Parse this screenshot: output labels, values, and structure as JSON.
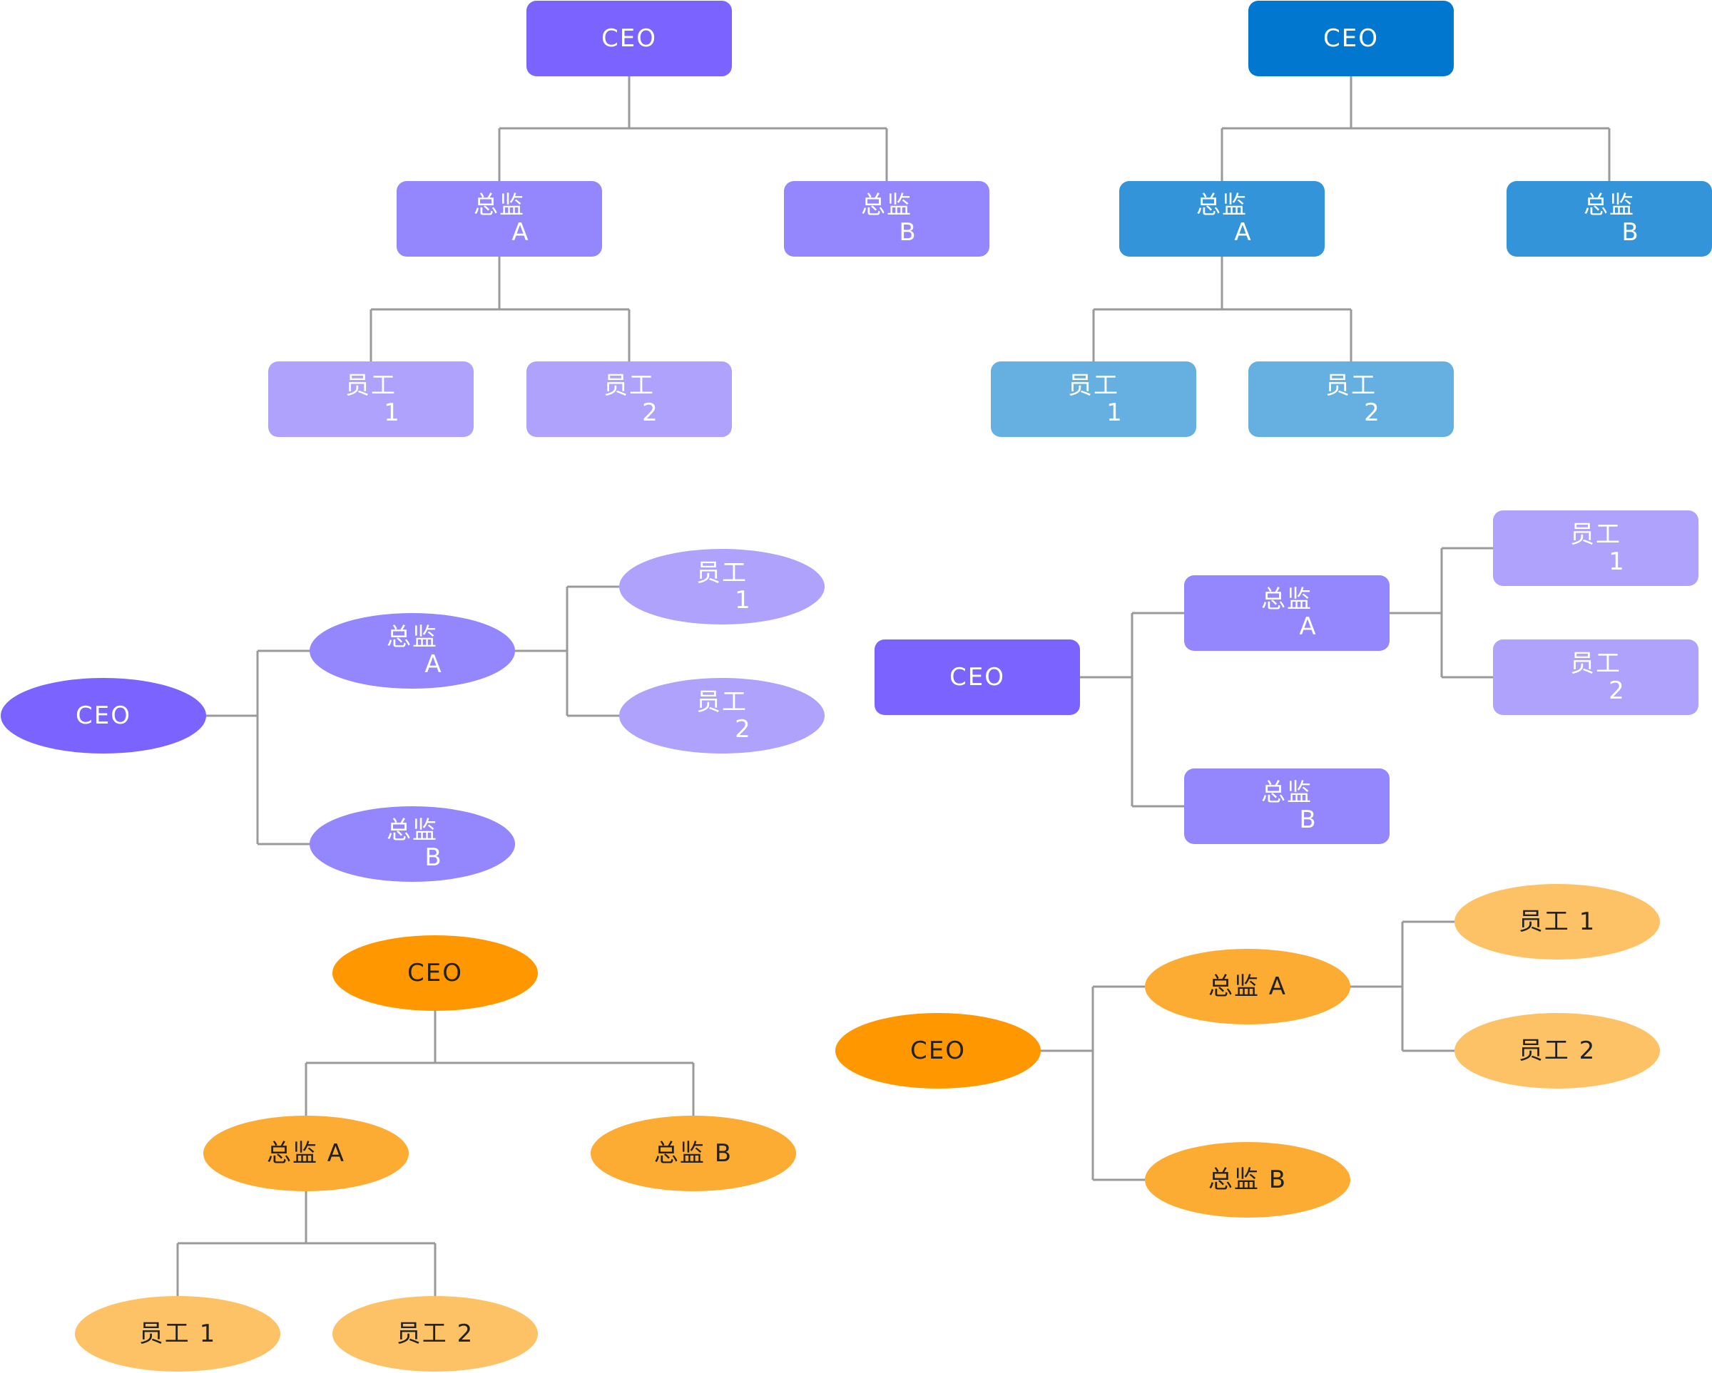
{
  "diagrams": [
    {
      "id": "purple-vertical-rect",
      "colors": {
        "root": "#7B63FF",
        "mid": "#9486FD",
        "leaf": "#AEA2FD",
        "text": "#ffffff"
      },
      "nodes": [
        {
          "key": "ceo",
          "level": "root",
          "lines": [
            "CEO"
          ]
        },
        {
          "key": "dir-a",
          "level": "mid",
          "lines": [
            "总监",
            "A"
          ]
        },
        {
          "key": "dir-b",
          "level": "mid",
          "lines": [
            "总监",
            "B"
          ]
        },
        {
          "key": "emp-1",
          "level": "leaf",
          "lines": [
            "员工",
            "1"
          ]
        },
        {
          "key": "emp-2",
          "level": "leaf",
          "lines": [
            "员工",
            "2"
          ]
        }
      ]
    },
    {
      "id": "blue-vertical-rect",
      "colors": {
        "root": "#0277CF",
        "mid": "#3394DA",
        "leaf": "#66AFE1",
        "text": "#ffffff"
      },
      "nodes": [
        {
          "key": "ceo",
          "level": "root",
          "lines": [
            "CEO"
          ]
        },
        {
          "key": "dir-a",
          "level": "mid",
          "lines": [
            "总监",
            "A"
          ]
        },
        {
          "key": "dir-b",
          "level": "mid",
          "lines": [
            "总监",
            "B"
          ]
        },
        {
          "key": "emp-1",
          "level": "leaf",
          "lines": [
            "员工",
            "1"
          ]
        },
        {
          "key": "emp-2",
          "level": "leaf",
          "lines": [
            "员工",
            "2"
          ]
        }
      ]
    },
    {
      "id": "purple-horizontal-ellipse",
      "colors": {
        "root": "#7B63FF",
        "mid": "#9486FD",
        "leaf": "#AEA2FD",
        "text": "#ffffff"
      },
      "nodes": [
        {
          "key": "ceo",
          "level": "root",
          "lines": [
            "CEO"
          ]
        },
        {
          "key": "dir-a",
          "level": "mid",
          "lines": [
            "总监",
            "A"
          ]
        },
        {
          "key": "dir-b",
          "level": "mid",
          "lines": [
            "总监",
            "B"
          ]
        },
        {
          "key": "emp-1",
          "level": "leaf",
          "lines": [
            "员工",
            "1"
          ]
        },
        {
          "key": "emp-2",
          "level": "leaf",
          "lines": [
            "员工",
            "2"
          ]
        }
      ]
    },
    {
      "id": "purple-horizontal-rect",
      "colors": {
        "root": "#7B63FF",
        "mid": "#9486FD",
        "leaf": "#AEA2FD",
        "text": "#ffffff"
      },
      "nodes": [
        {
          "key": "ceo",
          "level": "root",
          "lines": [
            "CEO"
          ]
        },
        {
          "key": "dir-a",
          "level": "mid",
          "lines": [
            "总监",
            "A"
          ]
        },
        {
          "key": "dir-b",
          "level": "mid",
          "lines": [
            "总监",
            "B"
          ]
        },
        {
          "key": "emp-1",
          "level": "leaf",
          "lines": [
            "员工",
            "1"
          ]
        },
        {
          "key": "emp-2",
          "level": "leaf",
          "lines": [
            "员工",
            "2"
          ]
        }
      ]
    },
    {
      "id": "orange-vertical-ellipse",
      "colors": {
        "root": "#FF9700",
        "mid": "#FDAC33",
        "leaf": "#FDC266",
        "text": "#222222"
      },
      "nodes": [
        {
          "key": "ceo",
          "level": "root",
          "lines": [
            "CEO"
          ]
        },
        {
          "key": "dir-a",
          "level": "mid",
          "lines": [
            "总监 A"
          ]
        },
        {
          "key": "dir-b",
          "level": "mid",
          "lines": [
            "总监 B"
          ]
        },
        {
          "key": "emp-1",
          "level": "leaf",
          "lines": [
            "员工 1"
          ]
        },
        {
          "key": "emp-2",
          "level": "leaf",
          "lines": [
            "员工 2"
          ]
        }
      ]
    },
    {
      "id": "orange-horizontal-ellipse",
      "colors": {
        "root": "#FF9700",
        "mid": "#FDAC33",
        "leaf": "#FDC266",
        "text": "#222222"
      },
      "nodes": [
        {
          "key": "ceo",
          "level": "root",
          "lines": [
            "CEO"
          ]
        },
        {
          "key": "dir-a",
          "level": "mid",
          "lines": [
            "总监 A"
          ]
        },
        {
          "key": "dir-b",
          "level": "mid",
          "lines": [
            "总监 B"
          ]
        },
        {
          "key": "emp-1",
          "level": "leaf",
          "lines": [
            "员工 1"
          ]
        },
        {
          "key": "emp-2",
          "level": "leaf",
          "lines": [
            "员工 2"
          ]
        }
      ]
    }
  ]
}
